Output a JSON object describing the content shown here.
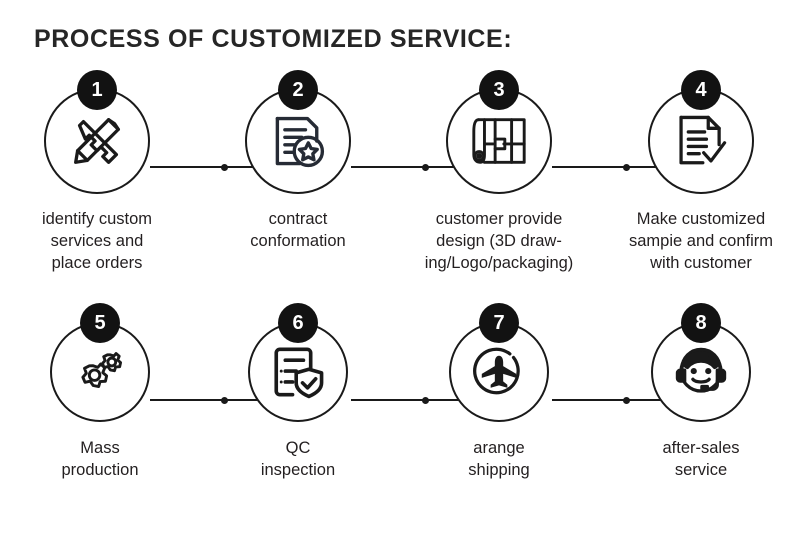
{
  "title": "PROCESS OF CUSTOMIZED SERVICE:",
  "colors": {
    "ink": "#1a1a1a",
    "badge_bg": "#121212",
    "badge_text": "#ffffff",
    "background": "#ffffff",
    "title": "#262626"
  },
  "rows": [
    {
      "steps": [
        {
          "number": "1",
          "icon": "pencil-ruler-icon",
          "caption": "identify custom\nservices and\nplace orders"
        },
        {
          "number": "2",
          "icon": "contract-star-icon",
          "caption": "contract\nconformation"
        },
        {
          "number": "3",
          "icon": "blueprint-roll-icon",
          "caption": "customer provide\ndesign (3D draw-\ning/Logo/packaging)"
        },
        {
          "number": "4",
          "icon": "document-check-icon",
          "caption": "Make customized\nsampie and confirm\nwith customer"
        }
      ]
    },
    {
      "steps": [
        {
          "number": "5",
          "icon": "gears-icon",
          "caption": "Mass\nproduction"
        },
        {
          "number": "6",
          "icon": "clipboard-shield-check-icon",
          "caption": "QC\ninspection"
        },
        {
          "number": "7",
          "icon": "airplane-circle-icon",
          "caption": "arange\nshipping"
        },
        {
          "number": "8",
          "icon": "headset-support-icon",
          "caption": "after-sales\nservice"
        }
      ]
    }
  ]
}
